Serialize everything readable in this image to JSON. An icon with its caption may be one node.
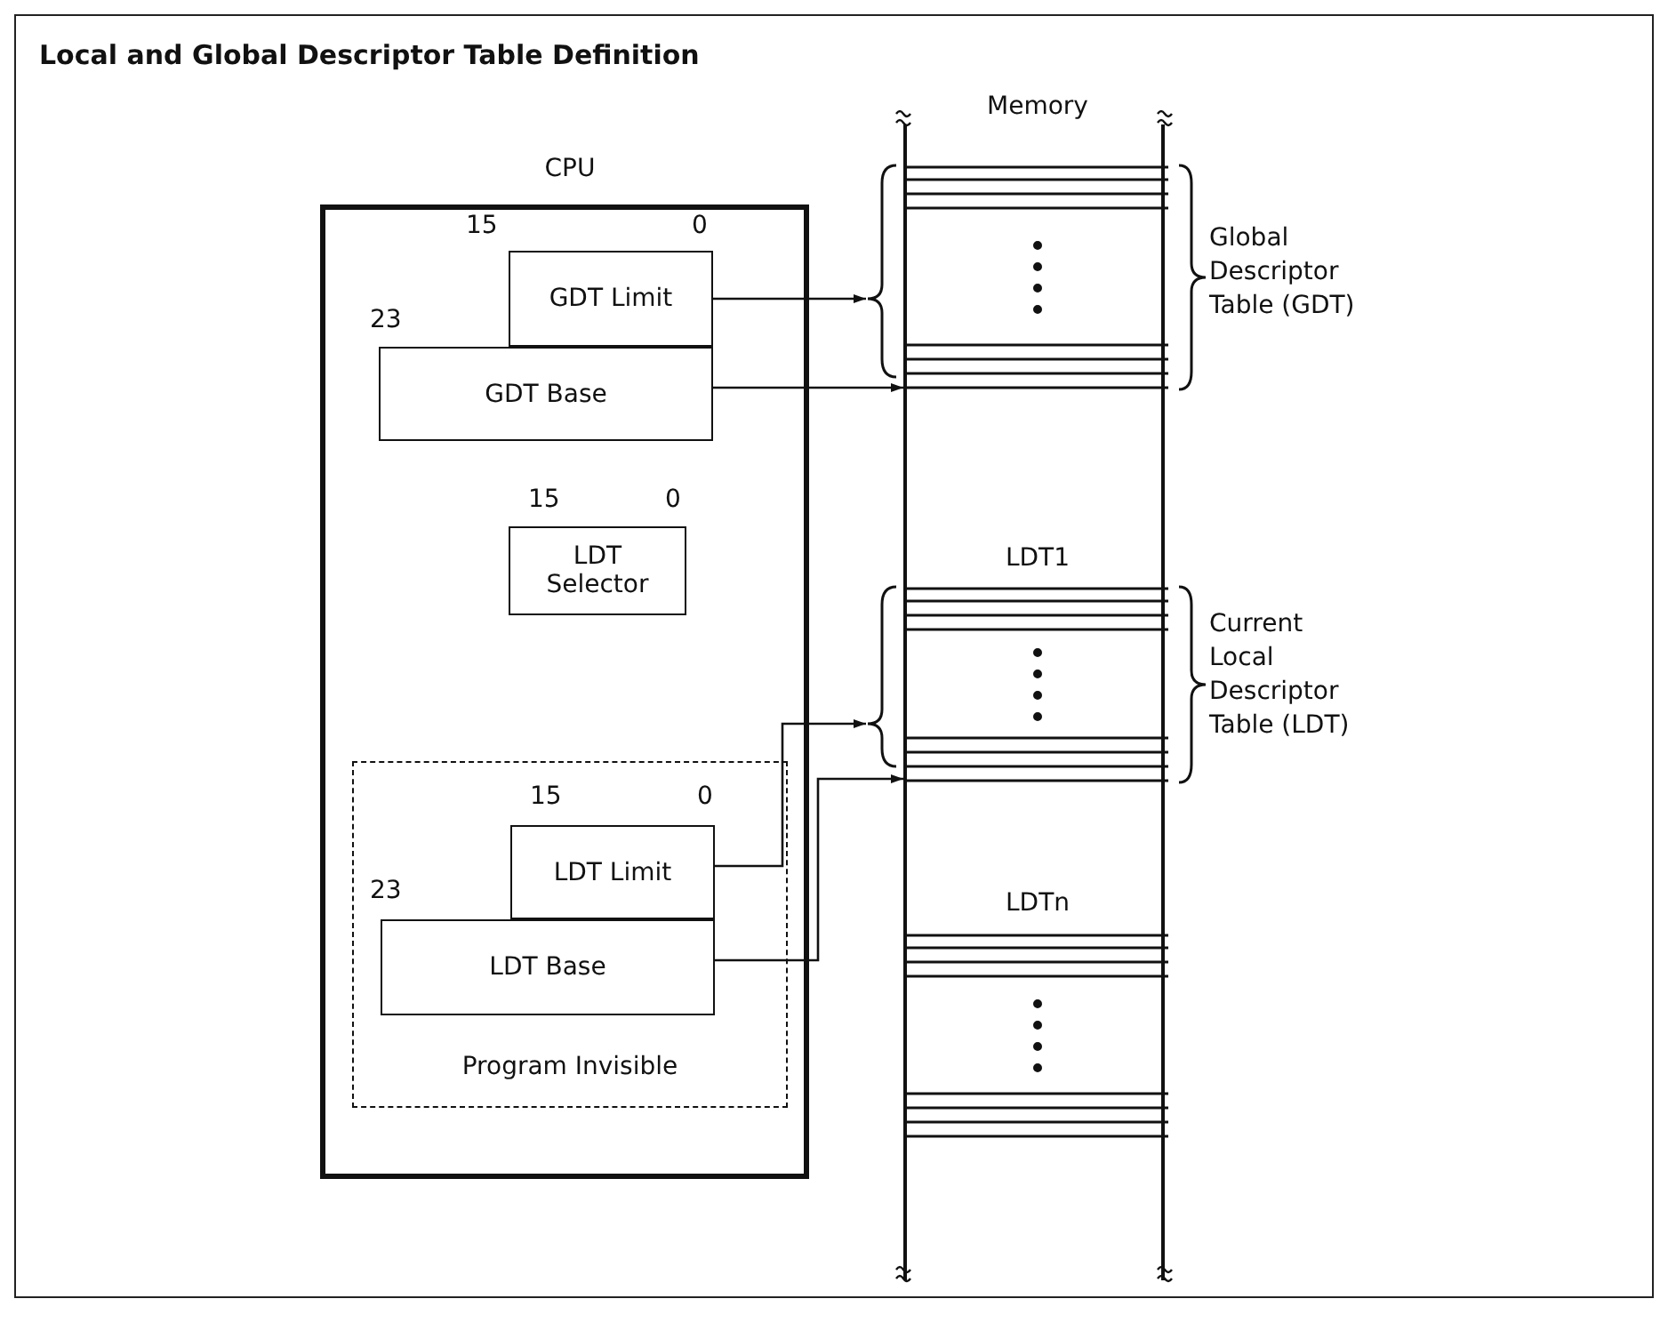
{
  "diagram": {
    "title": "Local and Global Descriptor Table Definition",
    "nodes": [
      {
        "text": [
          "CPU"
        ]
      },
      {
        "text": [
          "GDT Limit"
        ],
        "beside": [
          "15",
          "0"
        ],
        "in": 0
      },
      {
        "text": [
          "GDT Base"
        ],
        "beside": [
          "23"
        ],
        "in": 0
      },
      {
        "text": [
          "LDT Selector"
        ],
        "beside": [
          "15",
          "0"
        ],
        "in": 0
      },
      {
        "text": [
          "Program Invisible"
        ],
        "in": 0
      },
      {
        "text": [
          "LDT Limit"
        ],
        "beside": [
          "15",
          "0"
        ],
        "in": 4
      },
      {
        "text": [
          "LDT Base"
        ],
        "beside": [
          "23"
        ],
        "in": 4
      },
      {
        "text": [
          "Memory"
        ]
      },
      {
        "text": [],
        "shape": "box",
        "beside": [
          "Global Descriptor Table (GDT)"
        ],
        "in": 7
      },
      {
        "text": [
          "LDT1"
        ],
        "beside": [
          "Current Local Descriptor Table (LDT)"
        ],
        "in": 7
      },
      {
        "text": [
          "LDTn"
        ],
        "in": 7
      }
    ],
    "edges": [
      {
        "from": 1,
        "to": 8,
        "arrow": "to"
      },
      {
        "from": 2,
        "to": 8,
        "arrow": "to"
      },
      {
        "from": 5,
        "to": 9,
        "arrow": "to"
      },
      {
        "from": 6,
        "to": 9,
        "arrow": "to"
      }
    ]
  }
}
